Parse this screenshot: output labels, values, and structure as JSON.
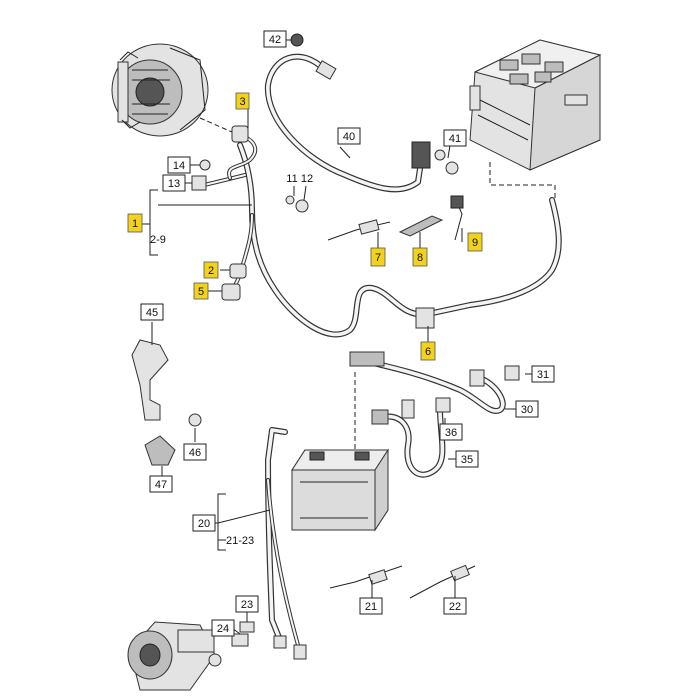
{
  "callouts": [
    {
      "id": "c42",
      "text": "42",
      "hl": false
    },
    {
      "id": "c3",
      "text": "3",
      "hl": true
    },
    {
      "id": "c40",
      "text": "40",
      "hl": false
    },
    {
      "id": "c41",
      "text": "41",
      "hl": false
    },
    {
      "id": "c14",
      "text": "14",
      "hl": false
    },
    {
      "id": "c13",
      "text": "13",
      "hl": false
    },
    {
      "id": "c11",
      "text": "11",
      "hl": false
    },
    {
      "id": "c12",
      "text": "12",
      "hl": false
    },
    {
      "id": "c1",
      "text": "1",
      "hl": true
    },
    {
      "id": "c1sub",
      "text": "2-9",
      "hl": false
    },
    {
      "id": "c7",
      "text": "7",
      "hl": true
    },
    {
      "id": "c8",
      "text": "8",
      "hl": true
    },
    {
      "id": "c9",
      "text": "9",
      "hl": true
    },
    {
      "id": "c2",
      "text": "2",
      "hl": true
    },
    {
      "id": "c5",
      "text": "5",
      "hl": true
    },
    {
      "id": "c6",
      "text": "6",
      "hl": true
    },
    {
      "id": "c45",
      "text": "45",
      "hl": false
    },
    {
      "id": "c31",
      "text": "31",
      "hl": false
    },
    {
      "id": "c30",
      "text": "30",
      "hl": false
    },
    {
      "id": "c46",
      "text": "46",
      "hl": false
    },
    {
      "id": "c36",
      "text": "36",
      "hl": false
    },
    {
      "id": "c35",
      "text": "35",
      "hl": false
    },
    {
      "id": "c47",
      "text": "47",
      "hl": false
    },
    {
      "id": "c20",
      "text": "20",
      "hl": false
    },
    {
      "id": "c20sub",
      "text": "21-23",
      "hl": false
    },
    {
      "id": "c23",
      "text": "23",
      "hl": false
    },
    {
      "id": "c24",
      "text": "24",
      "hl": false
    },
    {
      "id": "c21",
      "text": "21",
      "hl": false
    },
    {
      "id": "c22",
      "text": "22",
      "hl": false
    }
  ]
}
